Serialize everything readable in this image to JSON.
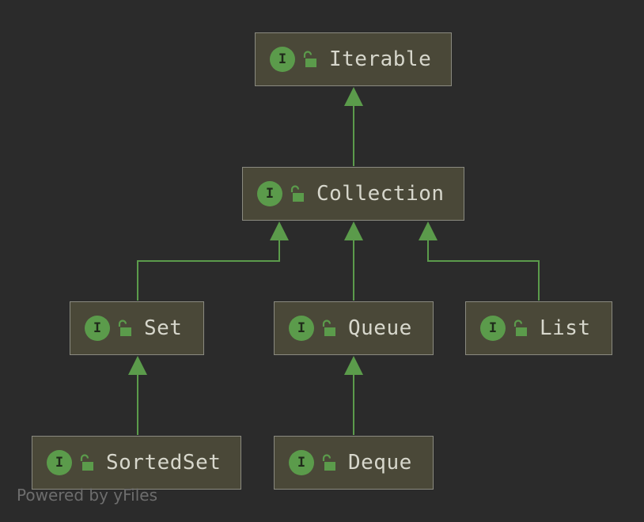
{
  "diagram": {
    "nodes": [
      {
        "id": "iterable",
        "label": "Iterable",
        "icon_text": "I",
        "icon": "interface-icon",
        "visibility_icon": "unlock-icon"
      },
      {
        "id": "collection",
        "label": "Collection",
        "icon_text": "I",
        "icon": "interface-icon",
        "visibility_icon": "unlock-icon"
      },
      {
        "id": "set",
        "label": "Set",
        "icon_text": "I",
        "icon": "interface-icon",
        "visibility_icon": "unlock-icon"
      },
      {
        "id": "queue",
        "label": "Queue",
        "icon_text": "I",
        "icon": "interface-icon",
        "visibility_icon": "unlock-icon"
      },
      {
        "id": "list",
        "label": "List",
        "icon_text": "I",
        "icon": "interface-icon",
        "visibility_icon": "unlock-icon"
      },
      {
        "id": "sortedset",
        "label": "SortedSet",
        "icon_text": "I",
        "icon": "interface-icon",
        "visibility_icon": "unlock-icon"
      },
      {
        "id": "deque",
        "label": "Deque",
        "icon_text": "I",
        "icon": "interface-icon",
        "visibility_icon": "unlock-icon"
      }
    ],
    "edges": [
      {
        "from": "collection",
        "to": "iterable",
        "type": "extends"
      },
      {
        "from": "set",
        "to": "collection",
        "type": "extends"
      },
      {
        "from": "queue",
        "to": "collection",
        "type": "extends"
      },
      {
        "from": "list",
        "to": "collection",
        "type": "extends"
      },
      {
        "from": "sortedset",
        "to": "set",
        "type": "extends"
      },
      {
        "from": "deque",
        "to": "queue",
        "type": "extends"
      }
    ]
  },
  "colors": {
    "background": "#2b2b2b",
    "node_fill": "#4a4838",
    "node_border": "#8a8a80",
    "edge": "#5b9b4b",
    "icon_fill": "#5b9b4b",
    "label": "#d7d7cc"
  },
  "watermark": "Powered by yFiles"
}
